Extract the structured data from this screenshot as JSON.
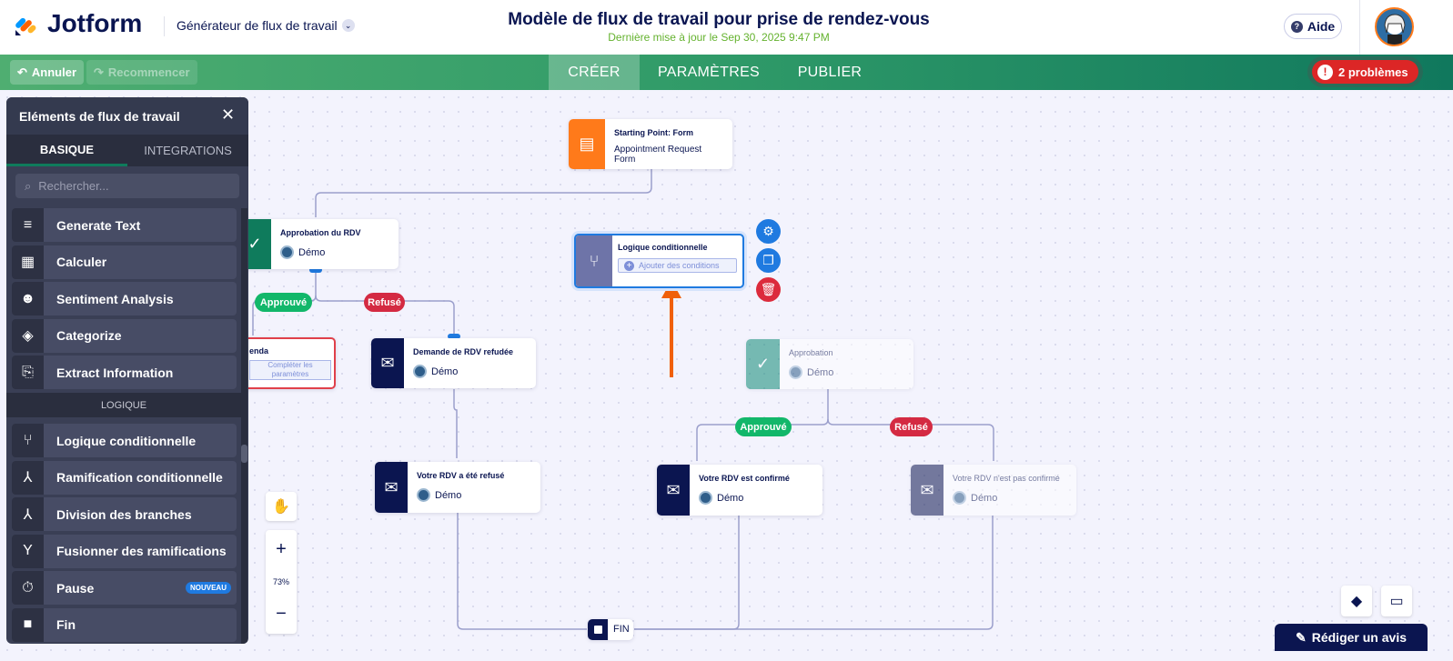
{
  "header": {
    "logo": "Jotform",
    "app_name": "Générateur de flux de travail",
    "title": "Modèle de flux de travail pour prise de rendez-vous",
    "subtitle": "Dernière mise à jour le Sep 30, 2025 9:47 PM",
    "help": "Aide"
  },
  "toolbar": {
    "undo": "Annuler",
    "redo": "Recommencer",
    "tabs": [
      "CRÉER",
      "PARAMÈTRES",
      "PUBLIER"
    ],
    "active_tab": "CRÉER",
    "problems": "2 problèmes"
  },
  "sidebar": {
    "title": "Eléments de flux de travail",
    "tabs": [
      "BASIQUE",
      "INTEGRATIONS"
    ],
    "search_placeholder": "Rechercher...",
    "items": [
      {
        "label": "Generate Text",
        "icon": "generate-text-icon"
      },
      {
        "label": "Calculer",
        "icon": "calculator-icon"
      },
      {
        "label": "Sentiment Analysis",
        "icon": "smiley-icon"
      },
      {
        "label": "Categorize",
        "icon": "tag-icon"
      },
      {
        "label": "Extract Information",
        "icon": "extract-icon"
      }
    ],
    "section": "LOGIQUE",
    "logic_items": [
      {
        "label": "Logique conditionnelle",
        "icon": "condition-icon"
      },
      {
        "label": "Ramification conditionnelle",
        "icon": "branch-icon"
      },
      {
        "label": "Division des branches",
        "icon": "split-icon"
      },
      {
        "label": "Fusionner des ramifications",
        "icon": "merge-icon"
      },
      {
        "label": "Pause",
        "icon": "timer-icon",
        "badge": "NOUVEAU"
      },
      {
        "label": "Fin",
        "icon": "stop-icon"
      }
    ]
  },
  "nodes": {
    "start": {
      "title": "Starting Point: Form",
      "sub": "Appointment Request Form"
    },
    "approval_rdv": {
      "title": "Approbation du RDV",
      "user": "Démo"
    },
    "logic": {
      "title": "Logique conditionnelle",
      "action": "Ajouter des conditions"
    },
    "agenda": {
      "title": "enda",
      "action": "Compléter les paramètres"
    },
    "refused_request": {
      "title": "Demande de RDV refudée",
      "user": "Démo"
    },
    "approval": {
      "title": "Approbation",
      "user": "Démo"
    },
    "rdv_refused": {
      "title": "Votre RDV a été refusé",
      "user": "Démo"
    },
    "rdv_confirmed": {
      "title": "Votre RDV est confirmé",
      "user": "Démo"
    },
    "rdv_not_confirmed": {
      "title": "Votre RDV n'est pas confirmé",
      "user": "Démo"
    },
    "end": {
      "title": "FIN"
    }
  },
  "labels": {
    "approved": "Approuvé",
    "refused": "Refusé"
  },
  "zoom": {
    "level": "73%"
  },
  "feedback": "Rédiger un avis",
  "colors": {
    "brand_navy": "#0a1551",
    "green": "#12b76a",
    "red": "#dc2b3c",
    "orange": "#ff7a1a",
    "accent_blue": "#1f7ae0"
  }
}
